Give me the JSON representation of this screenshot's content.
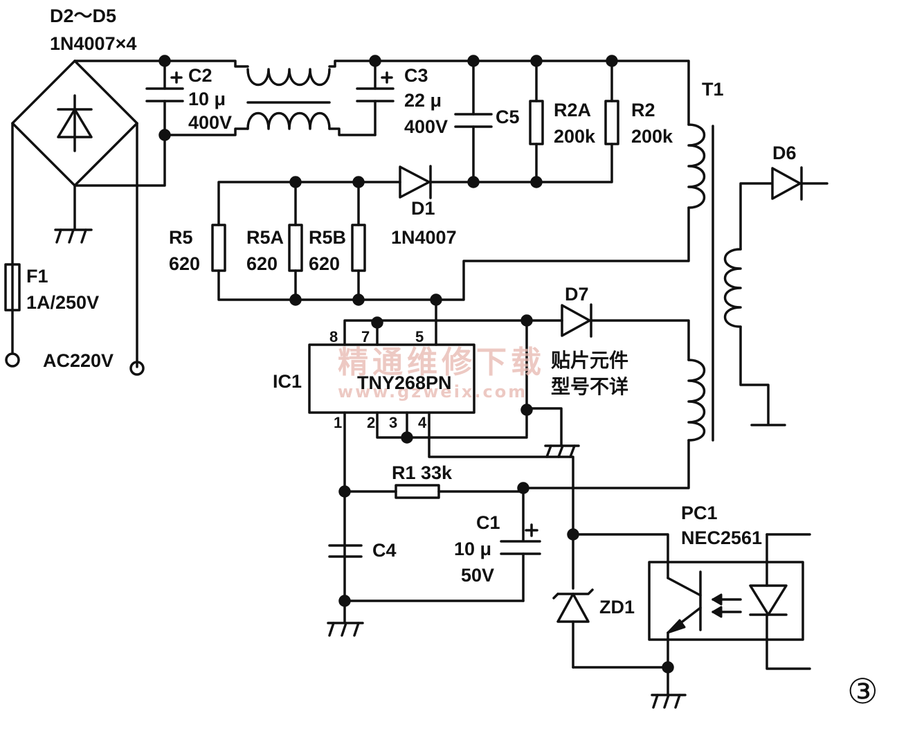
{
  "labels": {
    "bridge_ref": "D2～D5",
    "bridge_part": "1N4007×4",
    "c2_ref": "C2",
    "c2_cap": "10 μ",
    "c2_volt": "400V",
    "c3_ref": "C3",
    "c3_cap": "22 μ",
    "c3_volt": "400V",
    "c5_ref": "C5",
    "r2a_ref": "R2A",
    "r2a_val": "200k",
    "r2_ref": "R2",
    "r2_val": "200k",
    "t1_ref": "T1",
    "d6_ref": "D6",
    "d1_ref": "D1",
    "d1_part": "1N4007",
    "r5_ref": "R5",
    "r5_val": "620",
    "r5a_ref": "R5A",
    "r5a_val": "620",
    "r5b_ref": "R5B",
    "r5b_val": "620",
    "f1_ref": "F1",
    "f1_val": "1A/250V",
    "ac_label": "AC220V",
    "d7_ref": "D7",
    "d7_note_1": "贴片元件",
    "d7_note_2": "型号不详",
    "ic1_ref": "IC1",
    "ic1_part": "TNY268PN",
    "pin_1": "1",
    "pin_2": "2",
    "pin_3": "3",
    "pin_4": "4",
    "pin_5": "5",
    "pin_7": "7",
    "pin_8": "8",
    "r1_label": "R1 33k",
    "c1_ref": "C1",
    "c1_cap": "10 μ",
    "c1_volt": "50V",
    "c4_ref": "C4",
    "zd1_ref": "ZD1",
    "pc1_ref": "PC1",
    "pc1_part": "NEC2561",
    "figure_number": "③"
  },
  "watermark": {
    "line_1": "精通维修下载",
    "line_2": "www.gzweix.com"
  },
  "colors": {
    "ink": "#111111",
    "background": "#ffffff",
    "watermark": "#e8b8b0"
  }
}
